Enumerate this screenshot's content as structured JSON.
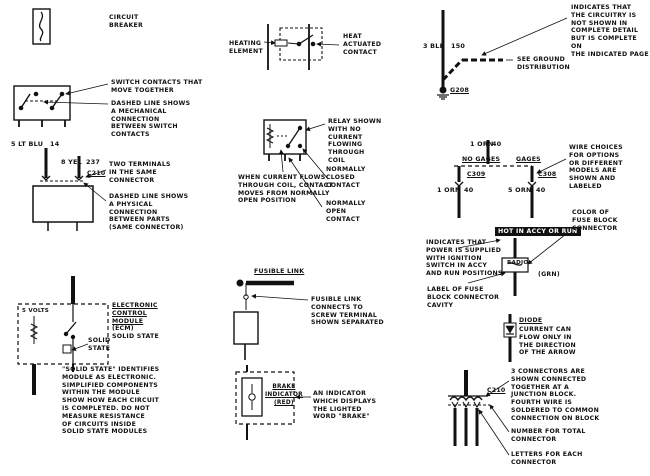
{
  "legend": {
    "circuit_breaker": "CIRCUIT\nBREAKER",
    "heating_element": "HEATING\nELEMENT",
    "heat_actuated_contact": "HEAT\nACTUATED\nCONTACT",
    "not_shown_note": "INDICATES THAT\nTHE CIRCUITRY IS\nNOT SHOWN IN\nCOMPLETE DETAIL\nBUT IS COMPLETE ON\nTHE INDICATED PAGE",
    "wire_3blk": "3 BLK",
    "wire_150": "150",
    "see_ground": "SEE GROUND\nDISTRIBUTION",
    "ground_g208": "G208",
    "switch_contacts": "SWITCH CONTACTS THAT\nMOVE TOGETHER",
    "dashed_mechanical": "DASHED LINE SHOWS\nA MECHANICAL\nCONNECTION\nBETWEEN SWITCH\nCONTACTS",
    "relay_shown": "RELAY SHOWN\nWITH NO\nCURRENT\nFLOWING\nTHROUGH\nCOIL",
    "when_current": "WHEN CURRENT FLOWS\nTHROUGH COIL, CONTACT\nMOVES FROM NORMALLY\nOPEN POSITION",
    "normally_closed": "NORMALLY\nCLOSED\nCONTACT",
    "normally_open": "NORMALLY\nOPEN\nCONTACT",
    "wire_5ltblu": "5 LT BLU",
    "wire_14": "14",
    "wire_8yel": "8 YEL",
    "wire_237": "237",
    "conn_c210": "C210",
    "two_terminals": "TWO TERMINALS\nIN THE SAME\nCONNECTOR",
    "dashed_physical": "DASHED LINE SHOWS\nA PHYSICAL\nCONNECTION\nBETWEEN PARTS\n(SAME CONNECTOR)",
    "wire_1orn_top": "1 ORN",
    "wire_40_top": "40",
    "no_gages": "NO GAGES",
    "gages": "GAGES",
    "conn_c309": "C309",
    "conn_c308": "C308",
    "wire_1orn_left": "1 ORN",
    "wire_40_left": "40",
    "wire_5orn": "5 ORN",
    "wire_40_right": "40",
    "wire_choices": "WIRE CHOICES\nFOR OPTIONS\nOR DIFFERENT\nMODELS ARE\nSHOWN AND\nLABELED",
    "hot_in": "HOT IN ACCY OR RUN",
    "color_fuse": "COLOR OF\nFUSE BLOCK\nCONNECTOR",
    "indicates_power": "INDICATES THAT\nPOWER IS SUPPLIED\nWITH IGNITION\nSWITCH IN ACCY\nAND RUN POSITIONS",
    "radio": "RADIO",
    "grn": "(GRN)",
    "fuse_label": "LABEL OF FUSE\nBLOCK CONNECTOR\nCAVITY",
    "fusible_link": "FUSIBLE LINK",
    "fusible_connects": "FUSIBLE LINK\nCONNECTS TO\nSCREW TERMINAL\nSHOWN SEPARATED",
    "five_volts": "5 VOLTS",
    "solid_state_lbl": "SOLID\nSTATE",
    "ecm_title": "ELECTRONIC\nCONTROL\nMODULE",
    "ecm_sub": "(ECM)\nSOLID STATE",
    "solid_state_note": "\"SOLID STATE\" IDENTIFIES\nMODULE AS ELECTRONIC.\nSIMPLIFIED COMPONENTS\nWITHIN THE MODULE\nSHOW HOW EACH CIRCUIT\nIS COMPLETED. DO NOT\nMEASURE RESISTANCE\nOF CIRCUITS INSIDE\nSOLID STATE MODULES",
    "diode_title": "DIODE",
    "diode_desc": "CURRENT CAN\nFLOW ONLY IN\nTHE DIRECTION\nOF THE ARROW",
    "brake_box": "BRAKE\nINDICATOR\n(RED)",
    "indicator_note": "AN INDICATOR\nWHICH DISPLAYS\nTHE LIGHTED\nWORD \"BRAKE\"",
    "conn_c210_bottom": "C210",
    "three_connectors": "3 CONNECTORS ARE\nSHOWN CONNECTED\nTOGETHER AT A\nJUNCTION BLOCK.\nFOURTH WIRE IS\nSOLDERED TO COMMON\nCONNECTION ON BLOCK",
    "number_total": "NUMBER FOR TOTAL\nCONNECTOR",
    "letters_each": "LETTERS FOR EACH\nCONNECTOR"
  }
}
